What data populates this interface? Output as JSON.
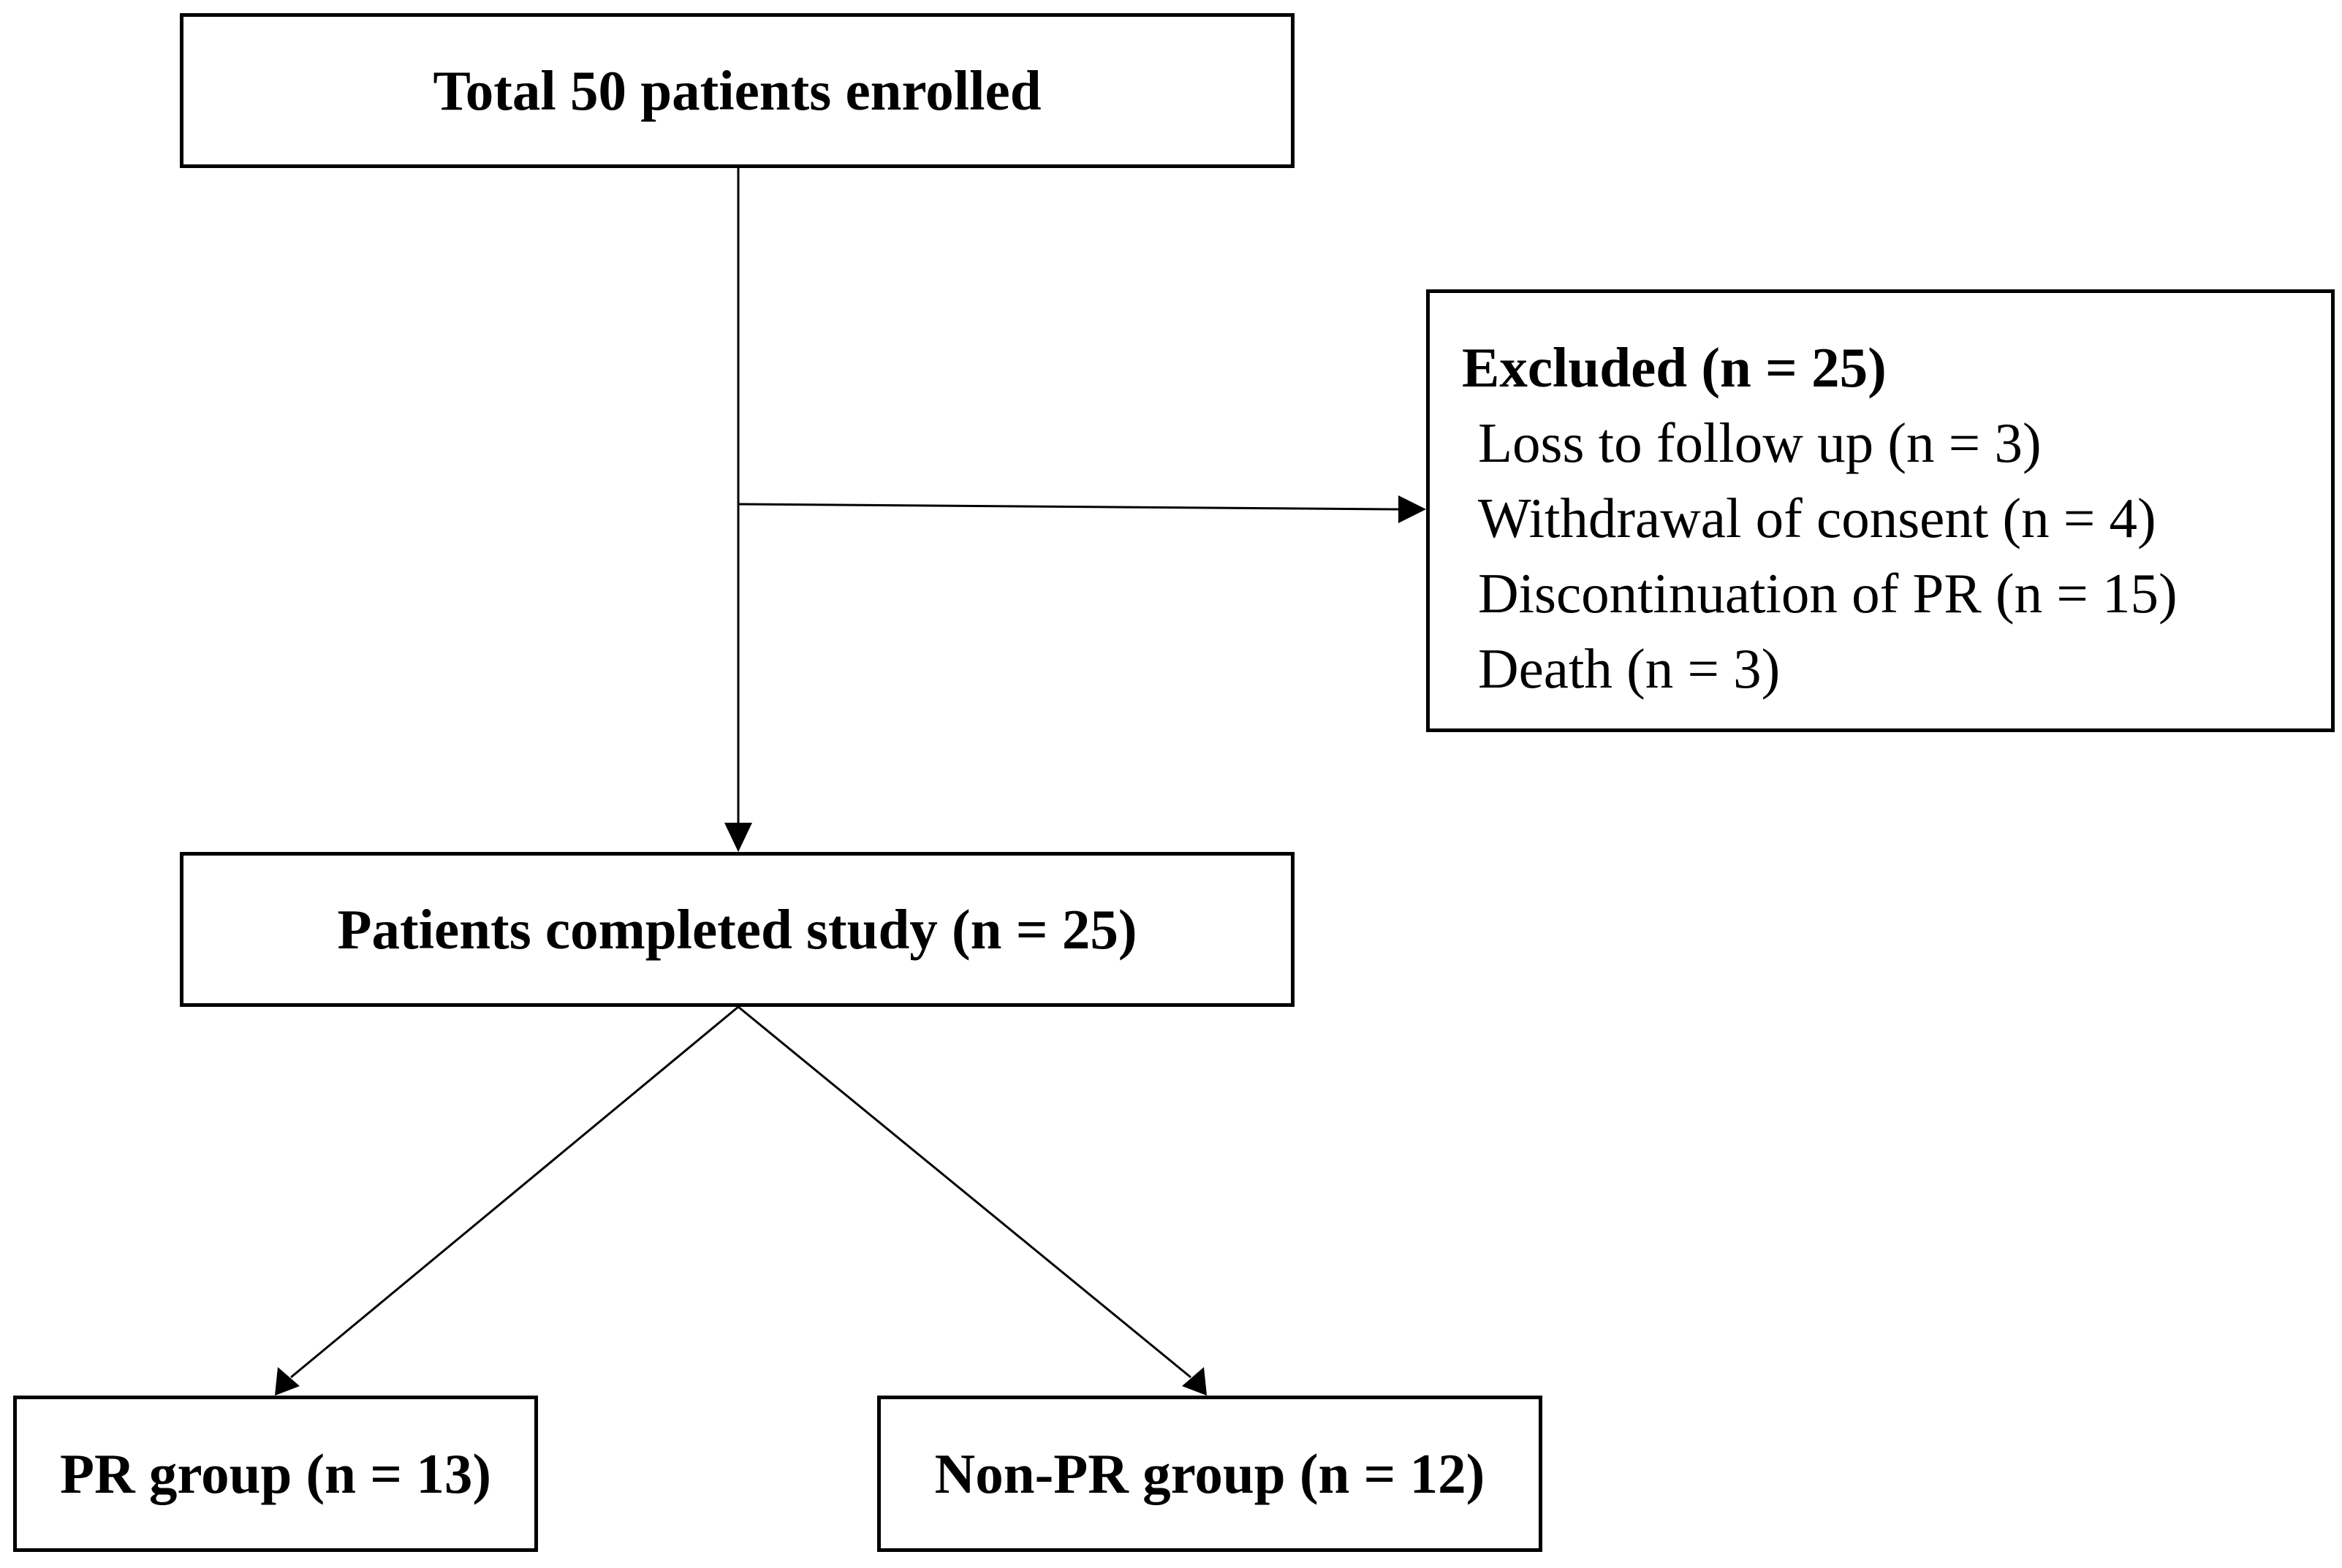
{
  "flowchart": {
    "enrolled": "Total 50 patients enrolled",
    "excluded": {
      "title": "Excluded (n = 25)",
      "reasons": [
        "Loss to follow up (n = 3)",
        "Withdrawal of consent (n = 4)",
        "Discontinuation of PR (n = 15)",
        "Death (n = 3)"
      ]
    },
    "completed": "Patients completed study (n = 25)",
    "groups": [
      "PR group (n = 13)",
      "Non-PR group (n = 12)"
    ]
  }
}
